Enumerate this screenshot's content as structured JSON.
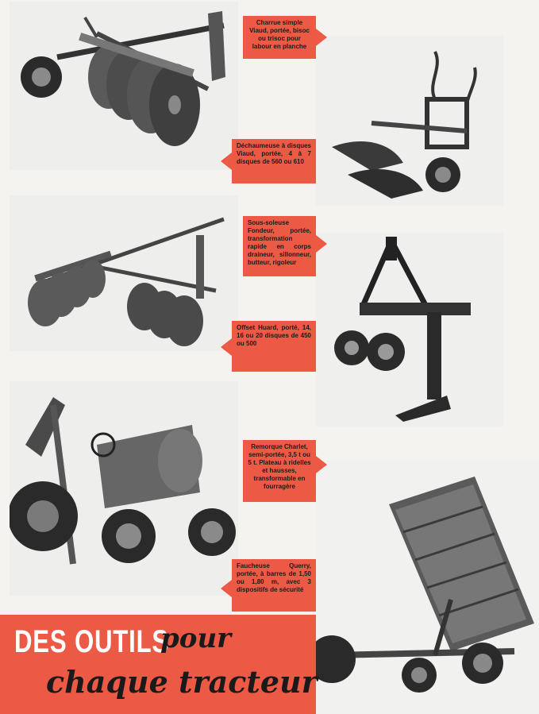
{
  "banner": {
    "line1": "DES OUTILS",
    "pour": "pour",
    "line2": "chaque tracteur"
  },
  "callouts": [
    {
      "id": "charrue",
      "text": "Charrue simple Viaud, portée, bisoc ou trisoc pour labour en planche"
    },
    {
      "id": "dechaumeuse",
      "text": "Déchaumeuse à disques Viaud, portée, 4 à 7 disques de 560 ou 610"
    },
    {
      "id": "sous-soleuse",
      "text": "Sous-soleuse Fondeur, portée, transformation rapide en corps draineur, sillonneur, butteur, rigoleur"
    },
    {
      "id": "offset",
      "text": "Offset Huard, porté, 14, 16 ou 20 disques de 450 ou 500"
    },
    {
      "id": "remorque",
      "text": "Remorque Charlet, semi-portée, 3,5 t ou 5 t. Plateau à ridelles et hausses, transformable en fourragère"
    },
    {
      "id": "faucheuse",
      "text": "Faucheuse Querry, portée, à barres de 1,50 ou 1,80 m, avec 3 dispositifs de sécurité"
    }
  ],
  "colors": {
    "accent": "#ec5a45",
    "ink": "#1a1a1a",
    "paper": "#f4f3ef",
    "photo_bg": "#ececea"
  }
}
